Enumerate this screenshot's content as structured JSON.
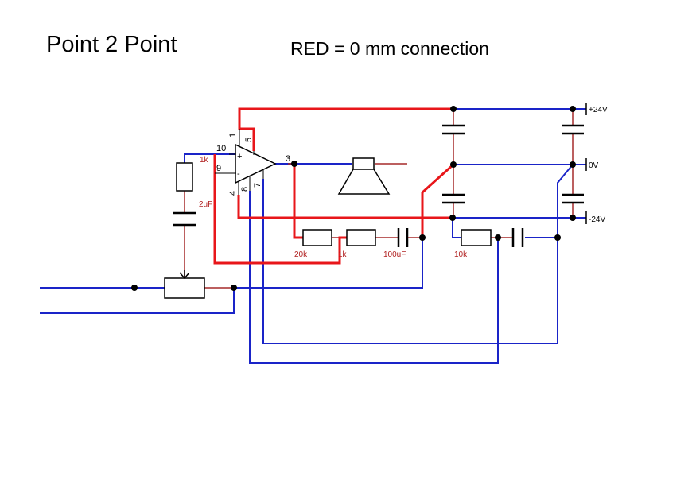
{
  "header": {
    "title": "Point 2 Point",
    "legend_note": "RED = 0 mm connection"
  },
  "opamp": {
    "pins": {
      "p1": "1",
      "p5": "5",
      "p10": "10",
      "p9": "9",
      "p3": "3",
      "p4": "4",
      "p8": "8",
      "p7": "7",
      "plus": "+",
      "minus": "-"
    }
  },
  "components": {
    "r_input": "1k",
    "c_input": "2uF",
    "r_20k": "20k",
    "r_1k": "1k",
    "c_100uf": "100uF",
    "r_10k": "10k"
  },
  "rails": {
    "positive": "+24V",
    "ground": "0V",
    "negative": "-24V"
  },
  "colors": {
    "zero_mm": "#e8161a",
    "wire": "#1a24c8",
    "lead": "#a52a2a",
    "part": "#000000"
  }
}
